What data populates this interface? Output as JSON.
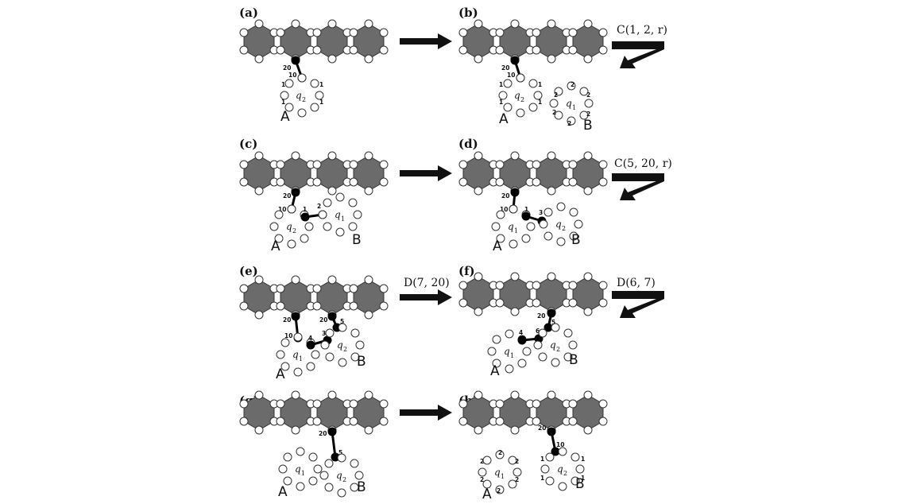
{
  "panels": [
    {
      "id": "a",
      "label": "(a)",
      "bonds": [
        {
          "top": "20",
          "ring": "10"
        }
      ],
      "rings": [
        {
          "name": "A",
          "q": "q",
          "sub": "2",
          "nums": [
            "1",
            "1",
            "1",
            "1"
          ]
        }
      ]
    },
    {
      "id": "b",
      "label": "(b)",
      "bonds": [
        {
          "top": "20",
          "ring": "10"
        }
      ],
      "rings": [
        {
          "name": "A",
          "q": "q",
          "sub": "2",
          "nums": [
            "1",
            "1",
            "1",
            "1"
          ]
        },
        {
          "name": "B",
          "q": "q",
          "sub": "1",
          "nums": [
            "2",
            "2",
            "2",
            "2",
            "2",
            "2"
          ]
        }
      ]
    },
    {
      "id": "c",
      "label": "(c)",
      "bonds": [
        {
          "top": "20",
          "ring": "10"
        }
      ],
      "link": [
        "1",
        "2"
      ],
      "rings": [
        {
          "name": "A",
          "q": "q",
          "sub": "2",
          "nums": []
        },
        {
          "name": "B",
          "q": "q",
          "sub": "1",
          "nums": []
        }
      ]
    },
    {
      "id": "d",
      "label": "(d)",
      "bonds": [
        {
          "top": "20",
          "ring": "10"
        }
      ],
      "link": [
        "1",
        "3"
      ],
      "rings": [
        {
          "name": "A",
          "q": "q",
          "sub": "1",
          "nums": []
        },
        {
          "name": "B",
          "q": "q",
          "sub": "2",
          "nums": []
        }
      ]
    },
    {
      "id": "e",
      "label": "(e)",
      "bonds": [
        {
          "top": "20",
          "ring": "10"
        },
        {
          "top": "20",
          "ring": "5"
        }
      ],
      "link": [
        "4",
        "3"
      ],
      "rings": [
        {
          "name": "A",
          "q": "q",
          "sub": "1",
          "nums": []
        },
        {
          "name": "B",
          "q": "q",
          "sub": "2",
          "nums": []
        }
      ]
    },
    {
      "id": "f",
      "label": "(f)",
      "bonds": [
        {
          "top": "20",
          "ring": "5"
        }
      ],
      "link": [
        "4",
        "6"
      ],
      "rings": [
        {
          "name": "A",
          "q": "q",
          "sub": "1",
          "nums": []
        },
        {
          "name": "B",
          "q": "q",
          "sub": "2",
          "nums": []
        }
      ]
    },
    {
      "id": "g",
      "label": "(g)",
      "bonds": [
        {
          "top": "20",
          "ring": "5"
        }
      ],
      "rings": [
        {
          "name": "A",
          "q": "q",
          "sub": "1",
          "nums": []
        },
        {
          "name": "B",
          "q": "q",
          "sub": "2",
          "nums": []
        }
      ]
    },
    {
      "id": "h",
      "label": "(h)",
      "bonds": [
        {
          "top": "20",
          "ring": "10"
        }
      ],
      "rings": [
        {
          "name": "A",
          "q": "q",
          "sub": "1",
          "nums": [
            "2",
            "2",
            "2",
            "2",
            "2",
            "2"
          ]
        },
        {
          "name": "B",
          "q": "q",
          "sub": "2",
          "nums": [
            "1",
            "1",
            "1",
            "1"
          ]
        }
      ]
    }
  ],
  "operations": [
    {
      "id": "op1",
      "text": "C(1, 2, r)"
    },
    {
      "id": "op2",
      "text": "C(5, 20, r)"
    },
    {
      "id": "op3",
      "text": "D(7, 20)"
    },
    {
      "id": "op4",
      "text": "D(6, 7)"
    }
  ],
  "colors": {
    "hexagon_fill": "#6b6b6b",
    "site_fill": "#ffffff",
    "bond": "#000000",
    "occupied_site": "#000000"
  }
}
